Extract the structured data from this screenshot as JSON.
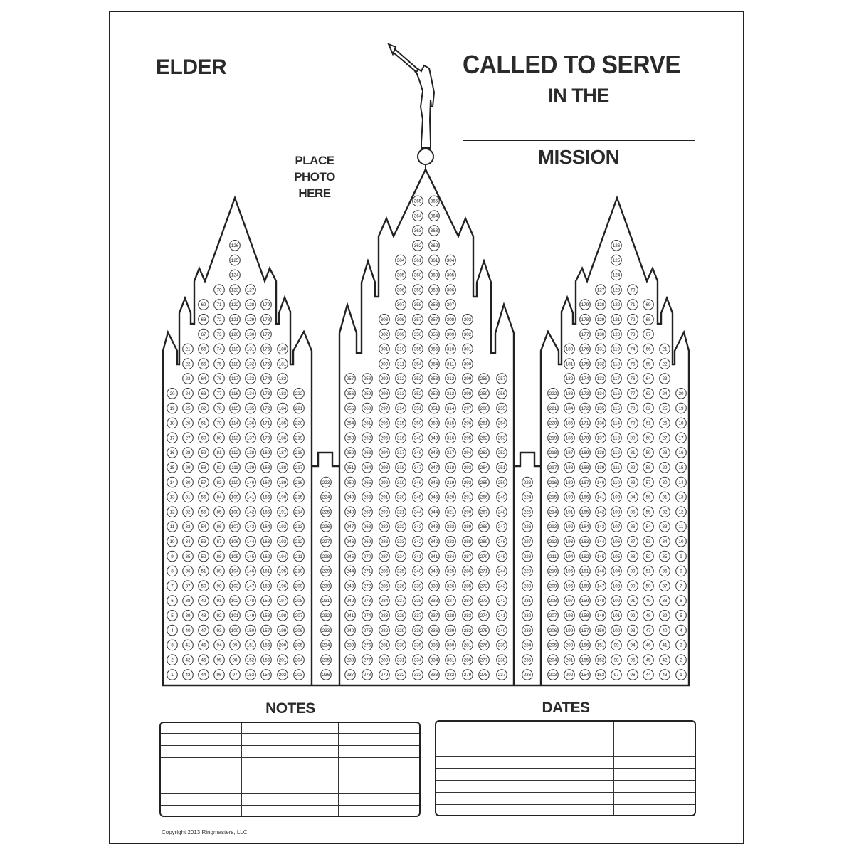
{
  "header": {
    "elder_label": "ELDER",
    "title": "CALLED TO SERVE",
    "in_the": "IN THE",
    "mission": "MISSION",
    "photo_placeholder": [
      "PLACE",
      "PHOTO",
      "HERE"
    ]
  },
  "left_tower": {
    "columns": [
      [
        1,
        2,
        3,
        4,
        5,
        6,
        7,
        8,
        9,
        10,
        11,
        12,
        13,
        14,
        15,
        16,
        17,
        18,
        19,
        20
      ],
      [
        43,
        42,
        41,
        40,
        39,
        38,
        37,
        36,
        35,
        34,
        33,
        32,
        31,
        30,
        29,
        28,
        27,
        26,
        25,
        24,
        23,
        22,
        21
      ],
      [
        44,
        45,
        46,
        47,
        48,
        49,
        50,
        51,
        52,
        53,
        54,
        55,
        56,
        57,
        58,
        59,
        60,
        61,
        62,
        63,
        64,
        65,
        66,
        67,
        68,
        69
      ],
      [
        96,
        95,
        94,
        93,
        92,
        91,
        90,
        89,
        88,
        87,
        86,
        85,
        84,
        83,
        82,
        81,
        80,
        79,
        78,
        77,
        76,
        75,
        74,
        73,
        72,
        71,
        70
      ],
      [
        97,
        98,
        99,
        100,
        101,
        102,
        103,
        104,
        105,
        106,
        107,
        108,
        109,
        110,
        111,
        112,
        113,
        114,
        115,
        116,
        117,
        118,
        119,
        120,
        121,
        122,
        123,
        124,
        125,
        126
      ],
      [
        153,
        152,
        151,
        150,
        149,
        148,
        147,
        146,
        145,
        144,
        143,
        142,
        141,
        140,
        139,
        138,
        137,
        136,
        135,
        134,
        133,
        132,
        131,
        130,
        129,
        128,
        127
      ],
      [
        154,
        155,
        156,
        157,
        158,
        159,
        160,
        161,
        162,
        163,
        164,
        165,
        166,
        167,
        168,
        169,
        170,
        171,
        172,
        173,
        174,
        175,
        176,
        177,
        178,
        179
      ],
      [
        202,
        201,
        200,
        199,
        198,
        197,
        196,
        195,
        194,
        193,
        192,
        191,
        190,
        189,
        188,
        187,
        186,
        185,
        184,
        183,
        182,
        181,
        180
      ],
      [
        203,
        204,
        205,
        206,
        207,
        208,
        209,
        210,
        211,
        212,
        213,
        214,
        215,
        216,
        217,
        218,
        219,
        220,
        221,
        222
      ]
    ]
  },
  "connector_column": [
    236,
    235,
    234,
    233,
    232,
    231,
    230,
    229,
    228,
    227,
    226,
    225,
    224,
    223
  ],
  "center_tower": {
    "columns": [
      [
        237,
        238,
        239,
        240,
        241,
        242,
        243,
        244,
        245,
        246,
        247,
        248,
        249,
        250,
        251,
        252,
        253,
        254,
        255,
        256,
        257
      ],
      [
        278,
        277,
        276,
        275,
        274,
        273,
        272,
        271,
        270,
        269,
        268,
        267,
        266,
        265,
        264,
        263,
        262,
        261,
        260,
        259,
        258
      ],
      [
        279,
        280,
        281,
        282,
        283,
        284,
        285,
        286,
        287,
        288,
        289,
        290,
        291,
        292,
        293,
        294,
        295,
        296,
        297,
        298,
        299,
        300,
        301,
        302,
        303
      ],
      [
        332,
        331,
        330,
        329,
        328,
        327,
        326,
        325,
        324,
        323,
        322,
        321,
        320,
        319,
        318,
        317,
        316,
        315,
        314,
        313,
        312,
        311,
        310,
        309,
        308,
        307,
        306,
        305,
        304
      ],
      [
        333,
        334,
        335,
        336,
        337,
        338,
        339,
        340,
        341,
        342,
        343,
        344,
        345,
        346,
        347,
        348,
        349,
        350,
        351,
        352,
        353,
        354,
        355,
        356,
        357,
        358,
        359,
        360,
        361,
        362,
        363,
        364,
        365
      ]
    ],
    "mirrored": true
  },
  "right_tower": {
    "mirror_of": "left_tower"
  },
  "notes": {
    "title": "NOTES",
    "rows": 8,
    "cols": 3
  },
  "dates": {
    "title": "DATES",
    "rows": 8,
    "cols": 3
  },
  "copyright": "Copyright 2013 Ringmasters, LLC"
}
